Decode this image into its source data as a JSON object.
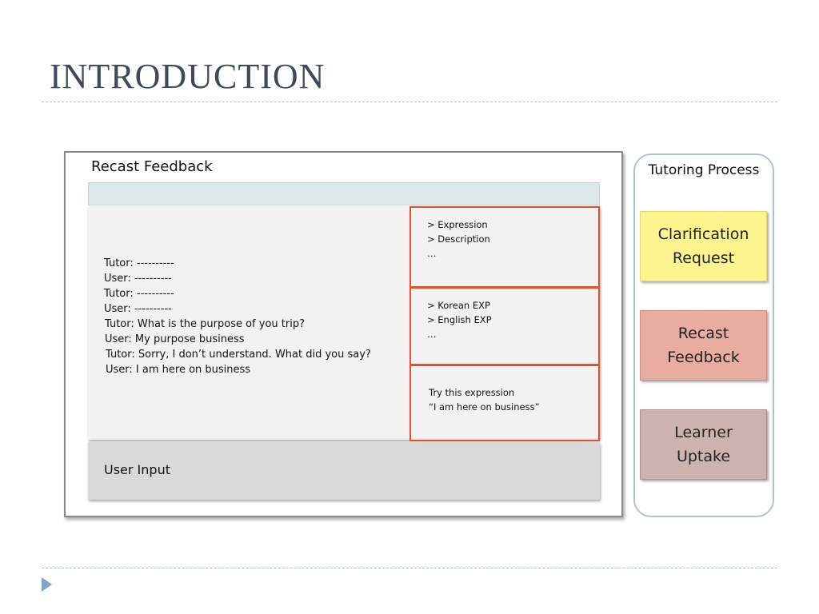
{
  "slide": {
    "title": "INTRODUCTION"
  },
  "mockup": {
    "title": "Recast Feedback",
    "chat": [
      "Tutor: ----------",
      "User: ----------",
      "Tutor: ----------",
      "User: ----------",
      "Tutor: What is the purpose of you trip?",
      "User: My purpose business",
      "Tutor: Sorry, I don’t understand. What did you say?",
      "User: I am here on business"
    ],
    "panels": [
      {
        "lines": [
          "> Expression",
          "> Description",
          "…"
        ]
      },
      {
        "lines": [
          "> Korean EXP",
          "> English EXP",
          "…"
        ]
      },
      {
        "lines": [
          "Try this expression",
          "“I am here on business”"
        ]
      }
    ],
    "input_label": "User Input"
  },
  "process": {
    "title": "Tutoring Process",
    "steps": [
      {
        "line1": "Clarification",
        "line2": "Request"
      },
      {
        "line1": "Recast",
        "line2": "Feedback"
      },
      {
        "line1": "Learner",
        "line2": "Uptake"
      }
    ]
  },
  "colors": {
    "title": "#3e4a5c",
    "panel_border": "#e5502b",
    "step_yellow": "#fdf38f",
    "step_pink": "#e9aca0",
    "step_mauve": "#cdb3ae"
  }
}
